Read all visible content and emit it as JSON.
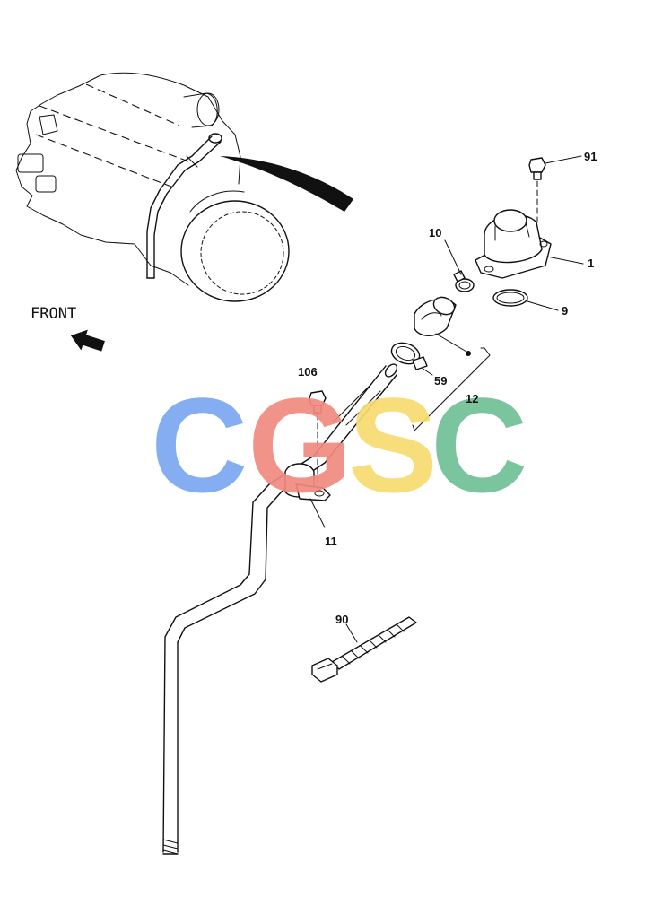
{
  "orientation": {
    "label": "FRONT",
    "arrow_icon": "front-arrow-icon"
  },
  "callouts": {
    "p1": "1",
    "p9": "9",
    "p10": "10",
    "p11": "11",
    "p12": "12",
    "p59": "59",
    "p90": "90",
    "p91": "91",
    "p106": "106"
  },
  "watermark": {
    "c1": {
      "letter": "C",
      "color": "#7aa8f0"
    },
    "g": {
      "letter": "G",
      "color": "#f08a80"
    },
    "s": {
      "letter": "S",
      "color": "#f7dc6f"
    },
    "c2": {
      "letter": "C",
      "color": "#6fbf96"
    }
  }
}
